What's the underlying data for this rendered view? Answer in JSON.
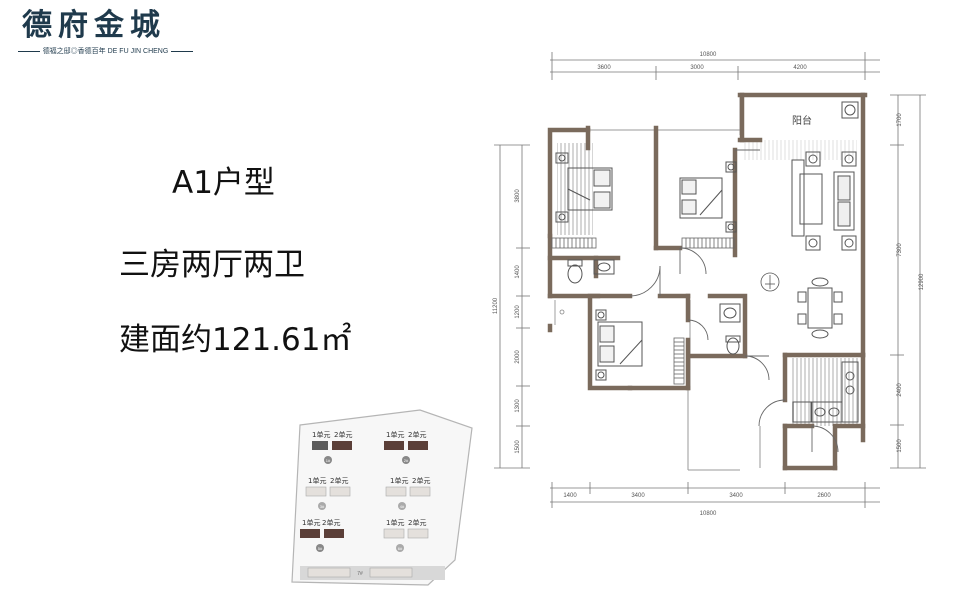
{
  "logo": {
    "title": "德府金城",
    "subtitle": "德福之邸◎香德百年 DE FU JIN CHENG"
  },
  "unit": {
    "type": "A1户型",
    "layout": "三房两厅两卫",
    "area": "建面约121.61㎡"
  },
  "plan": {
    "balcony_label": "阳台",
    "dims_top_total": "10800",
    "dims_top": [
      "3600",
      "3000",
      "4200"
    ],
    "dims_bottom": [
      "1400",
      "3400",
      "3400",
      "2600"
    ],
    "dims_bottom_total": "10800",
    "dims_left_total": "11200",
    "dims_left": [
      "3800",
      "1400",
      "1200",
      "2000",
      "1300",
      "1500"
    ],
    "dims_right": [
      "1700",
      "7300",
      "2400",
      "1500"
    ],
    "dims_right_total": "12900"
  },
  "site_plan": {
    "unit1_label": "1单元",
    "unit2_label": "2单元",
    "buildings": [
      "1#",
      "2#",
      "3#",
      "4#",
      "5#",
      "6#",
      "7#"
    ]
  },
  "colors": {
    "wall": "#7a6a5c",
    "logo": "#1f3a4c",
    "site_highlight": "#5b3f38",
    "site_normal": "#e4e0dc",
    "dim_line": "#777777"
  }
}
